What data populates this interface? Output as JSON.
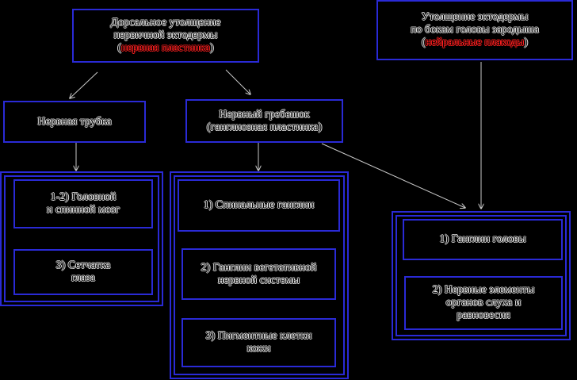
{
  "colors": {
    "background": "#000000",
    "border": "#2a2ad6",
    "highlight": "#ff2020",
    "arrow": "#c8c8c8"
  },
  "top_left_box": {
    "line1": "Дорсальное утолщение",
    "line2": "первичной эктодермы",
    "open_paren": "(",
    "highlight": "нервная пластинка",
    "close_paren": ")"
  },
  "top_right_box": {
    "line1": "Утолщение эктодермы",
    "line2": "по бокам головы зародыша",
    "open_paren": "(",
    "highlight": "нейральные плакоды",
    "close_paren": ")"
  },
  "neural_tube": {
    "label": "Нервная трубка",
    "items": [
      "1-2) Головной\nи спинной мозг",
      "3) Сетчатка\nглаза"
    ]
  },
  "neural_crest": {
    "line1": "Нервный гребешок",
    "line2": "(ганглиозная пластинка)",
    "items": [
      "1) Спинальные ганглии",
      "2) Ганглии вегетативной\nнервной системы",
      "3) Пигментные клетки\nкожи"
    ]
  },
  "placodes": {
    "items": [
      "1) Ганглии головы",
      "2) Нервные элементы\nорганов слуха и\nравновесия"
    ]
  }
}
